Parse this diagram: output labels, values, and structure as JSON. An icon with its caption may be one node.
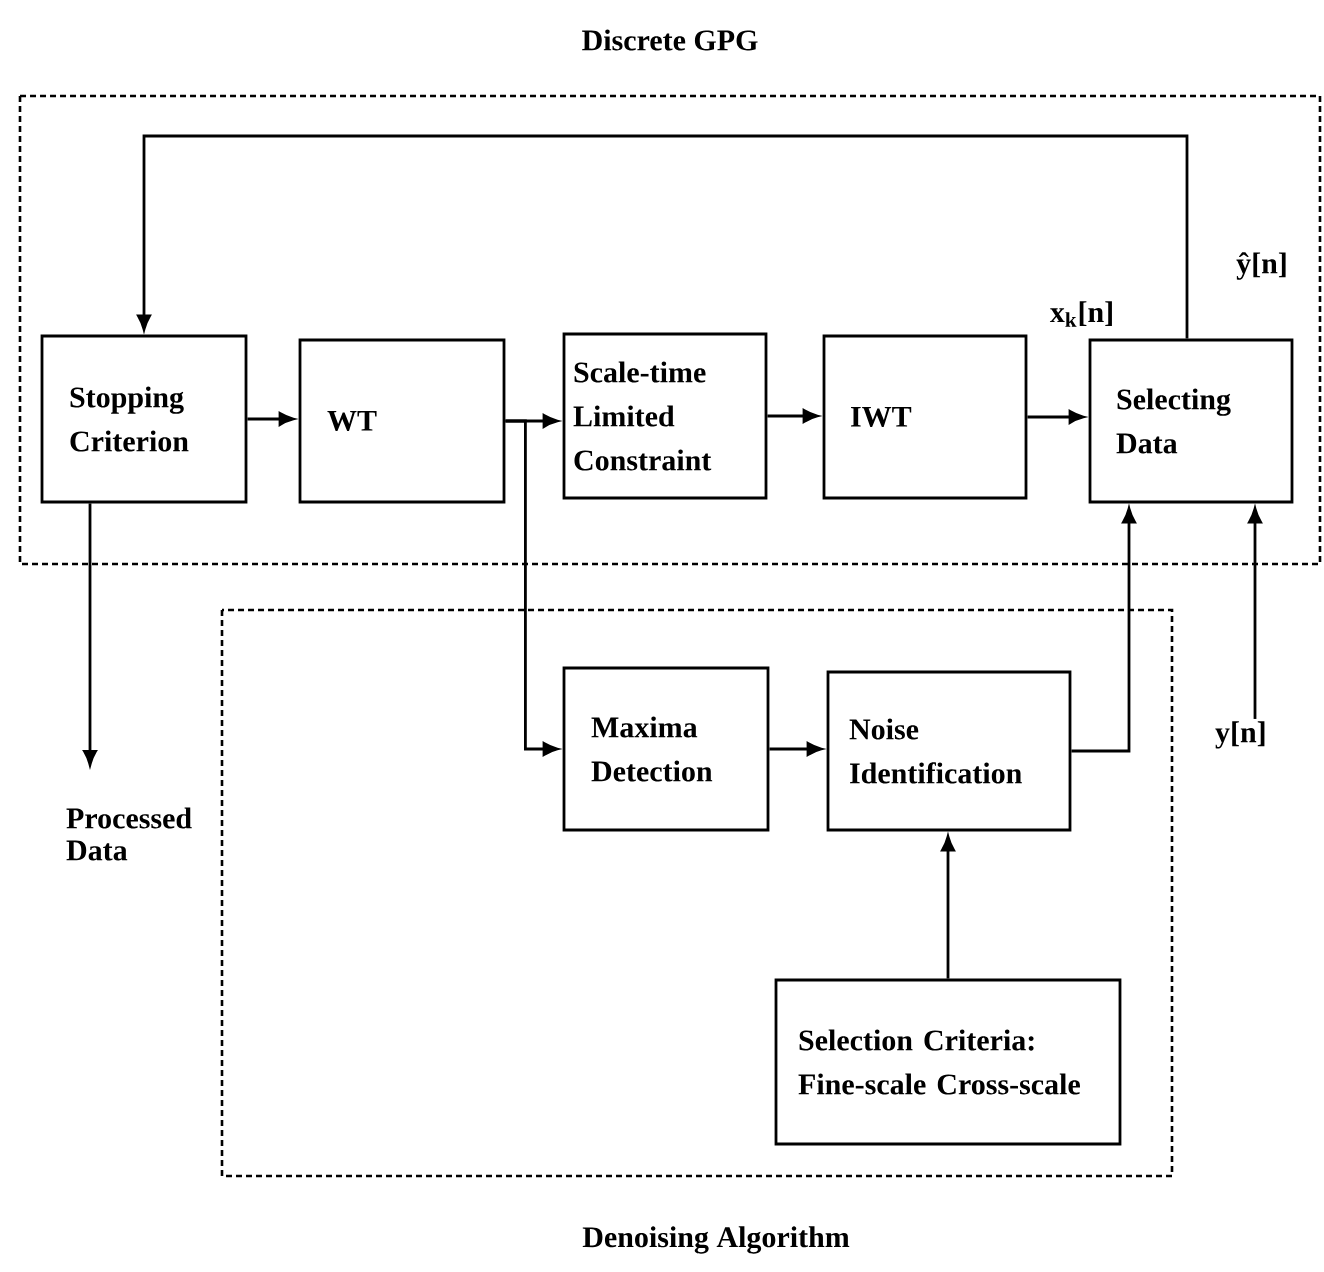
{
  "diagram": {
    "nodes": [
      {
        "text": [
          "Discrete GPG"
        ]
      },
      {
        "text": [
          "Stopping Criterion"
        ],
        "in": 0
      },
      {
        "text": [
          "WT"
        ],
        "in": 0
      },
      {
        "text": [
          "Scale-time Limited Constraint"
        ],
        "in": 0
      },
      {
        "text": [
          "IWT"
        ],
        "in": 0
      },
      {
        "text": [
          "Selecting Data"
        ],
        "in": 0
      },
      {
        "text": [
          "Denoising Algorithm"
        ]
      },
      {
        "text": [
          "Maxima Detection"
        ],
        "in": 6
      },
      {
        "text": [
          "Noise Identification"
        ],
        "in": 6
      },
      {
        "text": [
          "Selection Criteria: Fine-scale Cross-scale"
        ],
        "in": 6
      },
      {
        "text": [
          "Processed Data"
        ]
      },
      {
        "text": [
          "y[n]"
        ]
      }
    ],
    "edges": [
      {
        "from": 1,
        "to": 2,
        "arrow": "to"
      },
      {
        "from": 2,
        "to": 3,
        "arrow": "to"
      },
      {
        "from": 3,
        "to": 4,
        "arrow": "to"
      },
      {
        "from": 4,
        "to": 5,
        "arrow": "to",
        "label": "x$_{k}$[n]"
      },
      {
        "from": 5,
        "to": 1,
        "arrow": "to",
        "label": "ŷ[n]"
      },
      {
        "from": 2,
        "to": 7,
        "arrow": "to"
      },
      {
        "from": 7,
        "to": 8,
        "arrow": "to"
      },
      {
        "from": 8,
        "to": 5,
        "arrow": "to"
      },
      {
        "from": 9,
        "to": 8,
        "arrow": "to"
      },
      {
        "from": 1,
        "to": 10,
        "arrow": "to"
      },
      {
        "from": 11,
        "to": 5,
        "arrow": "to"
      }
    ]
  }
}
